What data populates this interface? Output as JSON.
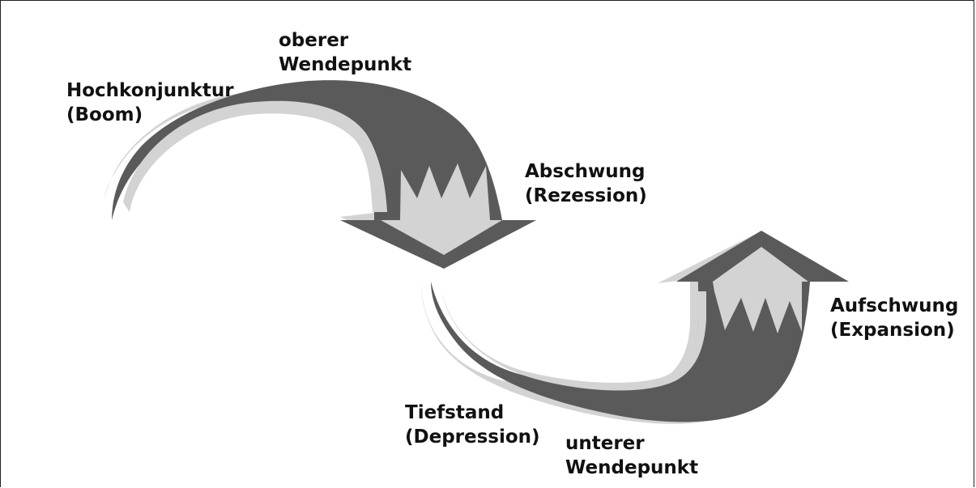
{
  "phases": {
    "boom": {
      "line1": "Hochkonjunktur",
      "line2": "(Boom)"
    },
    "upper_turning_point": {
      "line1": "oberer",
      "line2": "Wendepunkt"
    },
    "recession": {
      "line1": "Abschwung",
      "line2": "(Rezession)"
    },
    "expansion": {
      "line1": "Aufschwung",
      "line2": "(Expansion)"
    },
    "depression": {
      "line1": "Tiefstand",
      "line2": "(Depression)"
    },
    "lower_turning_point": {
      "line1": "unterer",
      "line2": "Wendepunkt"
    }
  },
  "colors": {
    "arrow_dark": "#5a5a5a",
    "arrow_light": "#d3d3d3",
    "text": "#111111",
    "frame": "#222222"
  }
}
